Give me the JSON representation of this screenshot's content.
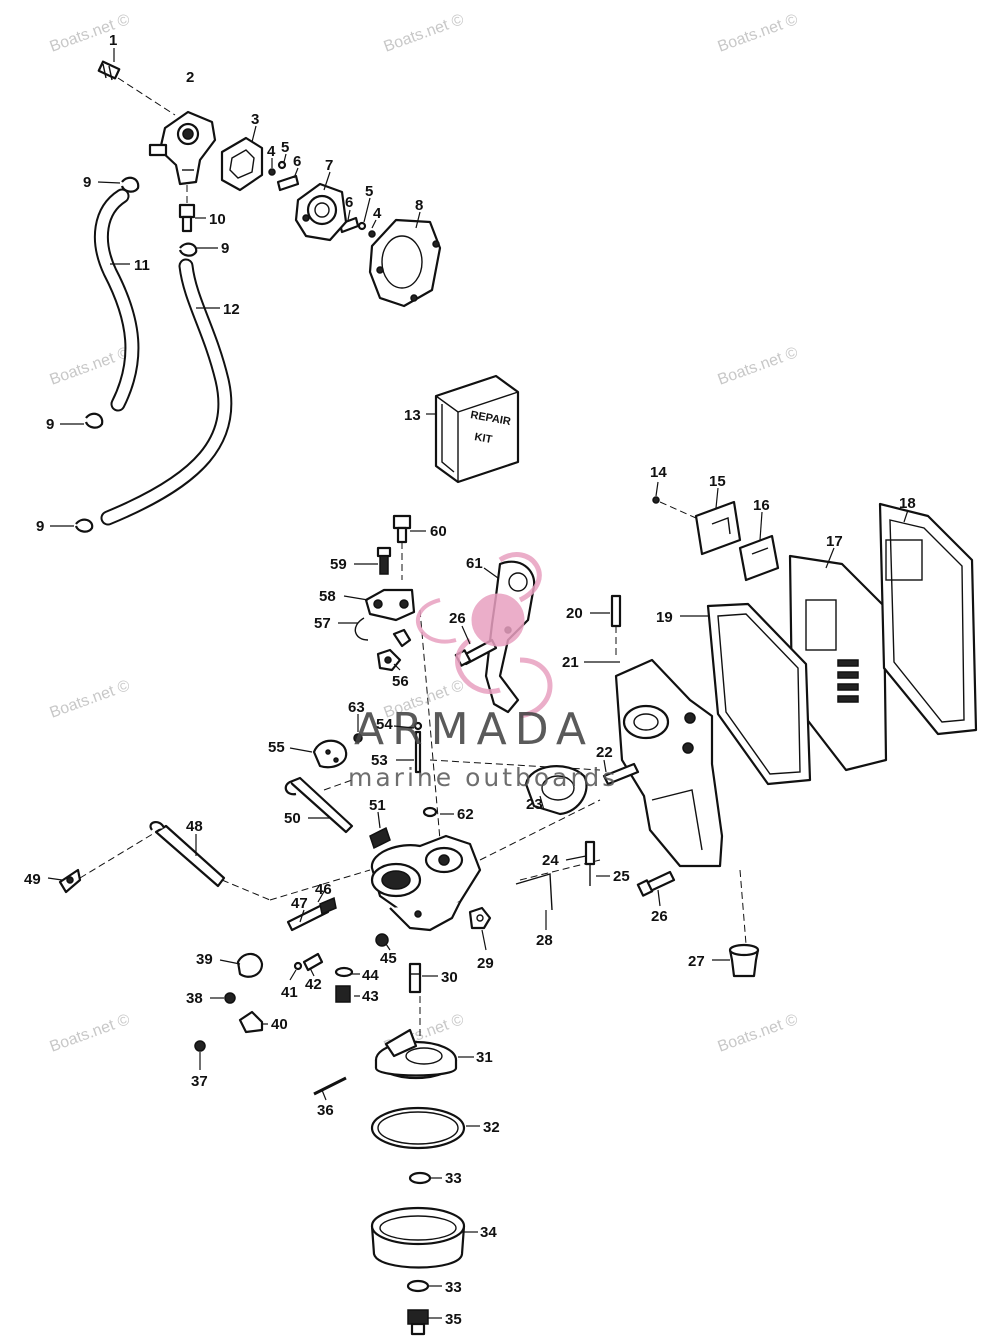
{
  "watermark_text": "Boats.net ©",
  "brand": {
    "name": "ARMADA",
    "tagline": "marine outboards",
    "accent_color": "#e8a0c0"
  },
  "kit_box": {
    "line1": "REPAIR",
    "line2": "KIT"
  },
  "callouts": {
    "c1": "1",
    "c2": "2",
    "c3": "3",
    "c4a": "4",
    "c4b": "4",
    "c5a": "5",
    "c5b": "5",
    "c6a": "6",
    "c6b": "6",
    "c7": "7",
    "c8": "8",
    "c9a": "9",
    "c9b": "9",
    "c9c": "9",
    "c9d": "9",
    "c10": "10",
    "c11": "11",
    "c12": "12",
    "c13": "13",
    "c14": "14",
    "c15": "15",
    "c16": "16",
    "c17": "17",
    "c18": "18",
    "c19": "19",
    "c20": "20",
    "c21": "21",
    "c22": "22",
    "c23": "23",
    "c24": "24",
    "c25": "25",
    "c26a": "26",
    "c26b": "26",
    "c27": "27",
    "c28": "28",
    "c29": "29",
    "c30": "30",
    "c31": "31",
    "c32": "32",
    "c33a": "33",
    "c33b": "33",
    "c34": "34",
    "c35": "35",
    "c36": "36",
    "c37": "37",
    "c38": "38",
    "c39": "39",
    "c40": "40",
    "c41": "41",
    "c42": "42",
    "c43": "43",
    "c44": "44",
    "c45": "45",
    "c46": "46",
    "c47": "47",
    "c48": "48",
    "c49": "49",
    "c50": "50",
    "c51": "51",
    "c53": "53",
    "c54": "54",
    "c55": "55",
    "c56": "56",
    "c57": "57",
    "c58": "58",
    "c59": "59",
    "c60": "60",
    "c61": "61",
    "c62": "62",
    "c63": "63"
  }
}
